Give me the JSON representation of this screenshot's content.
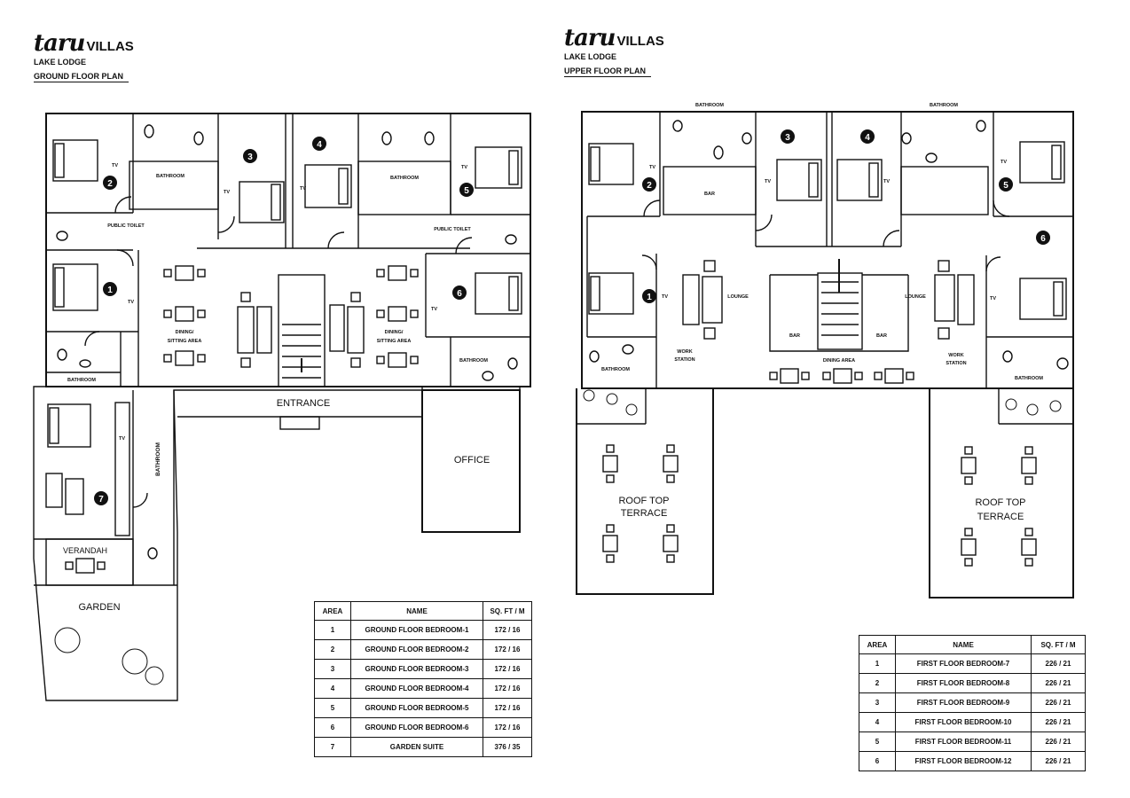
{
  "ground": {
    "brand_script": "taru",
    "brand_word": "VILLAS",
    "subtitle": "LAKE LODGE",
    "plan_name": "GROUND FLOOR PLAN",
    "labels": {
      "bathroom_a": "BATHROOM",
      "bathroom_b": "BATHROOM",
      "bathroom_c": "BATHROOM",
      "bathroom_d": "BATHROOM",
      "bathroom_e": "BATHROOM",
      "public_toilet_a": "PUBLIC TOILET",
      "public_toilet_b": "PUBLIC TOILET",
      "dining_a": "DINING/",
      "dining_a2": "SITTING AREA",
      "dining_b": "DINING/",
      "dining_b2": "SITTING AREA",
      "entrance": "ENTRANCE",
      "office": "OFFICE",
      "verandah": "VERANDAH",
      "garden": "GARDEN",
      "tv": "TV"
    },
    "rooms": [
      "1",
      "2",
      "3",
      "4",
      "5",
      "6",
      "7"
    ],
    "table": {
      "headers": [
        "AREA",
        "NAME",
        "SQ. FT / M"
      ],
      "rows": [
        [
          "1",
          "GROUND FLOOR BEDROOM-1",
          "172 / 16"
        ],
        [
          "2",
          "GROUND FLOOR BEDROOM-2",
          "172 / 16"
        ],
        [
          "3",
          "GROUND FLOOR BEDROOM-3",
          "172 / 16"
        ],
        [
          "4",
          "GROUND FLOOR BEDROOM-4",
          "172 / 16"
        ],
        [
          "5",
          "GROUND FLOOR BEDROOM-5",
          "172 / 16"
        ],
        [
          "6",
          "GROUND FLOOR BEDROOM-6",
          "172 / 16"
        ],
        [
          "7",
          "GARDEN SUITE",
          "376 / 35"
        ]
      ]
    }
  },
  "upper": {
    "brand_script": "taru",
    "brand_word": "VILLAS",
    "subtitle": "LAKE LODGE",
    "plan_name": "UPPER FLOOR PLAN",
    "labels": {
      "bathroom_a": "BATHROOM",
      "bathroom_b": "BATHROOM",
      "bathroom_c": "BATHROOM",
      "bathroom_d": "BATHROOM",
      "bar_a": "BAR",
      "bar_b": "BAR",
      "bar_c": "BAR",
      "lounge_a": "LOUNGE",
      "lounge_b": "LOUNGE",
      "work_a": "WORK",
      "work_a2": "STATION",
      "work_b": "WORK",
      "work_b2": "STATION",
      "dining": "DINING AREA",
      "terrace_a": "ROOF TOP",
      "terrace_a2": "TERRACE",
      "terrace_b": "ROOF TOP",
      "terrace_b2": "TERRACE",
      "tv": "TV"
    },
    "rooms": [
      "1",
      "2",
      "3",
      "4",
      "5",
      "6"
    ],
    "table": {
      "headers": [
        "AREA",
        "NAME",
        "SQ. FT / M"
      ],
      "rows": [
        [
          "1",
          "FIRST FLOOR BEDROOM-7",
          "226 / 21"
        ],
        [
          "2",
          "FIRST FLOOR BEDROOM-8",
          "226 / 21"
        ],
        [
          "3",
          "FIRST FLOOR BEDROOM-9",
          "226 / 21"
        ],
        [
          "4",
          "FIRST FLOOR BEDROOM-10",
          "226 / 21"
        ],
        [
          "5",
          "FIRST FLOOR BEDROOM-11",
          "226 / 21"
        ],
        [
          "6",
          "FIRST FLOOR BEDROOM-12",
          "226 / 21"
        ]
      ]
    }
  }
}
